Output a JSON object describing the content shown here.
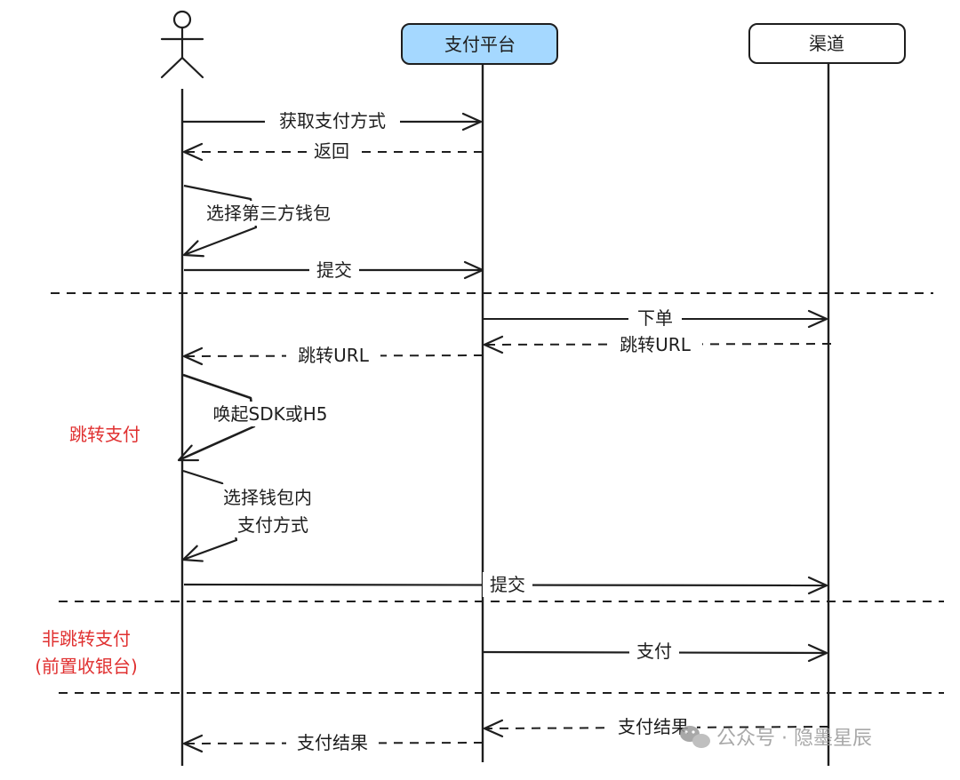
{
  "participants": {
    "actor": {
      "label": ""
    },
    "platform": {
      "label": "支付平台",
      "fill": "#a5d8ff"
    },
    "channel": {
      "label": "渠道",
      "fill": "#ffffff"
    }
  },
  "messages": {
    "get_methods": "获取支付方式",
    "return": "返回",
    "select_wallet": "选择第三方钱包",
    "submit_1": "提交",
    "place_order": "下单",
    "redirect_url_channel": "跳转URL",
    "redirect_url_platform": "跳转URL",
    "invoke_sdk": "唤起SDK或H5",
    "select_in_wallet_line1": "选择钱包内",
    "select_in_wallet_line2": "支付方式",
    "submit_2": "提交",
    "pay": "支付",
    "pay_result_channel": "支付结果",
    "pay_result_platform": "支付结果"
  },
  "sections": {
    "redirect": "跳转支付",
    "non_redirect_line1": "非跳转支付",
    "non_redirect_line2": "(前置收银台)"
  },
  "watermark": {
    "icon": "wechat-icon",
    "text": "公众号 · 隐墨星辰"
  },
  "colors": {
    "stroke": "#1e1e1e",
    "section_label": "#e03131",
    "watermark": "#9a9a9a"
  }
}
